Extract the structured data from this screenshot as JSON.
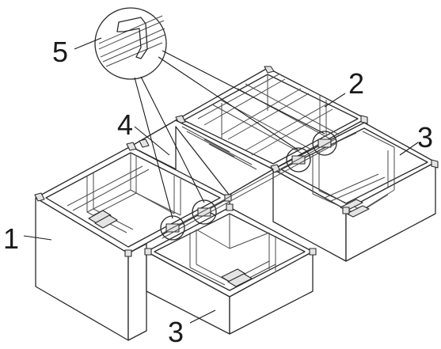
{
  "labels": {
    "one": "1",
    "two": "2",
    "three_left": "3",
    "three_right": "3",
    "four": "4",
    "five": "5"
  }
}
